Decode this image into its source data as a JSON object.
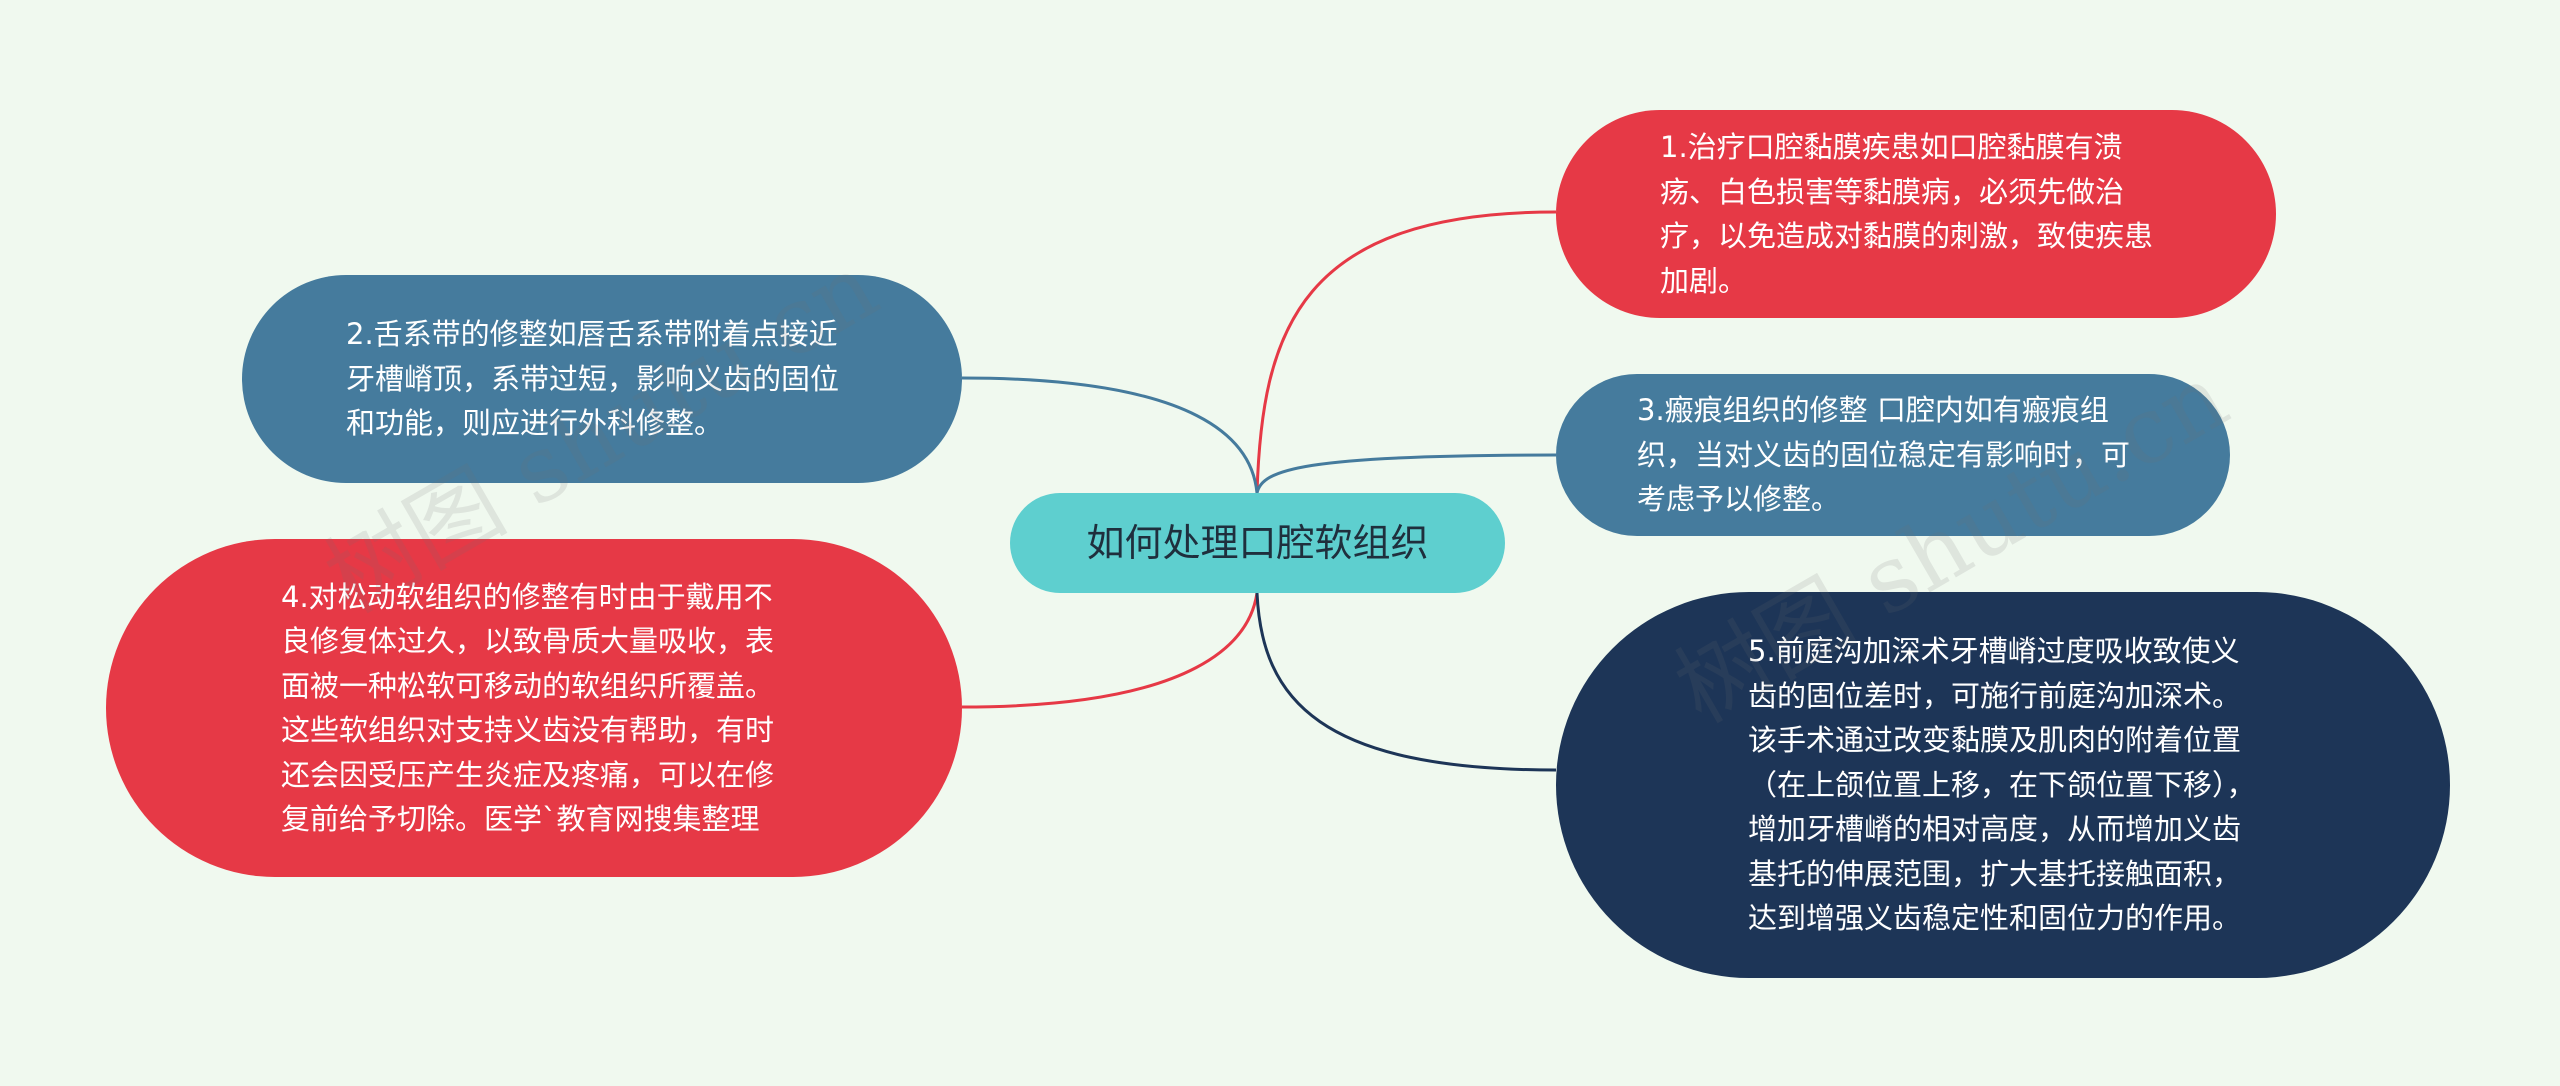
{
  "center": {
    "label": "如何处理口腔软组织"
  },
  "branches": [
    {
      "id": "n1",
      "color": "#e63946",
      "text": "1.治疗口腔黏膜疾患如口腔黏膜有溃疡、白色损害等黏膜病，必须先做治疗，以免造成对黏膜的刺激，致使疾患加剧。"
    },
    {
      "id": "n2",
      "color": "#457b9d",
      "text": "2.舌系带的修整如唇舌系带附着点接近牙槽嵴顶，系带过短，影响义齿的固位和功能，则应进行外科修整。"
    },
    {
      "id": "n3",
      "color": "#457b9d",
      "text": "3.瘢痕组织的修整 口腔内如有瘢痕组织，当对义齿的固位稳定有影响时，可考虑予以修整。"
    },
    {
      "id": "n4",
      "color": "#e63946",
      "text": "4.对松动软组织的修整有时由于戴用不良修复体过久，以致骨质大量吸收，表面被一种松软可移动的软组织所覆盖。这些软组织对支持义齿没有帮助，有时还会因受压产生炎症及疼痛，可以在修复前给予切除。医学`教育网搜集整理"
    },
    {
      "id": "n5",
      "color": "#1d3557",
      "text": "5.前庭沟加深术牙槽嵴过度吸收致使义齿的固位差时，可施行前庭沟加深术。该手术通过改变黏膜及肌肉的附着位置（在上颌位置上移，在下颌位置下移），增加牙槽嵴的相对高度，从而增加义齿基托的伸展范围，扩大基托接触面积，达到增强义齿稳定性和固位力的作用。"
    }
  ],
  "watermark": "树图 shutu.cn"
}
